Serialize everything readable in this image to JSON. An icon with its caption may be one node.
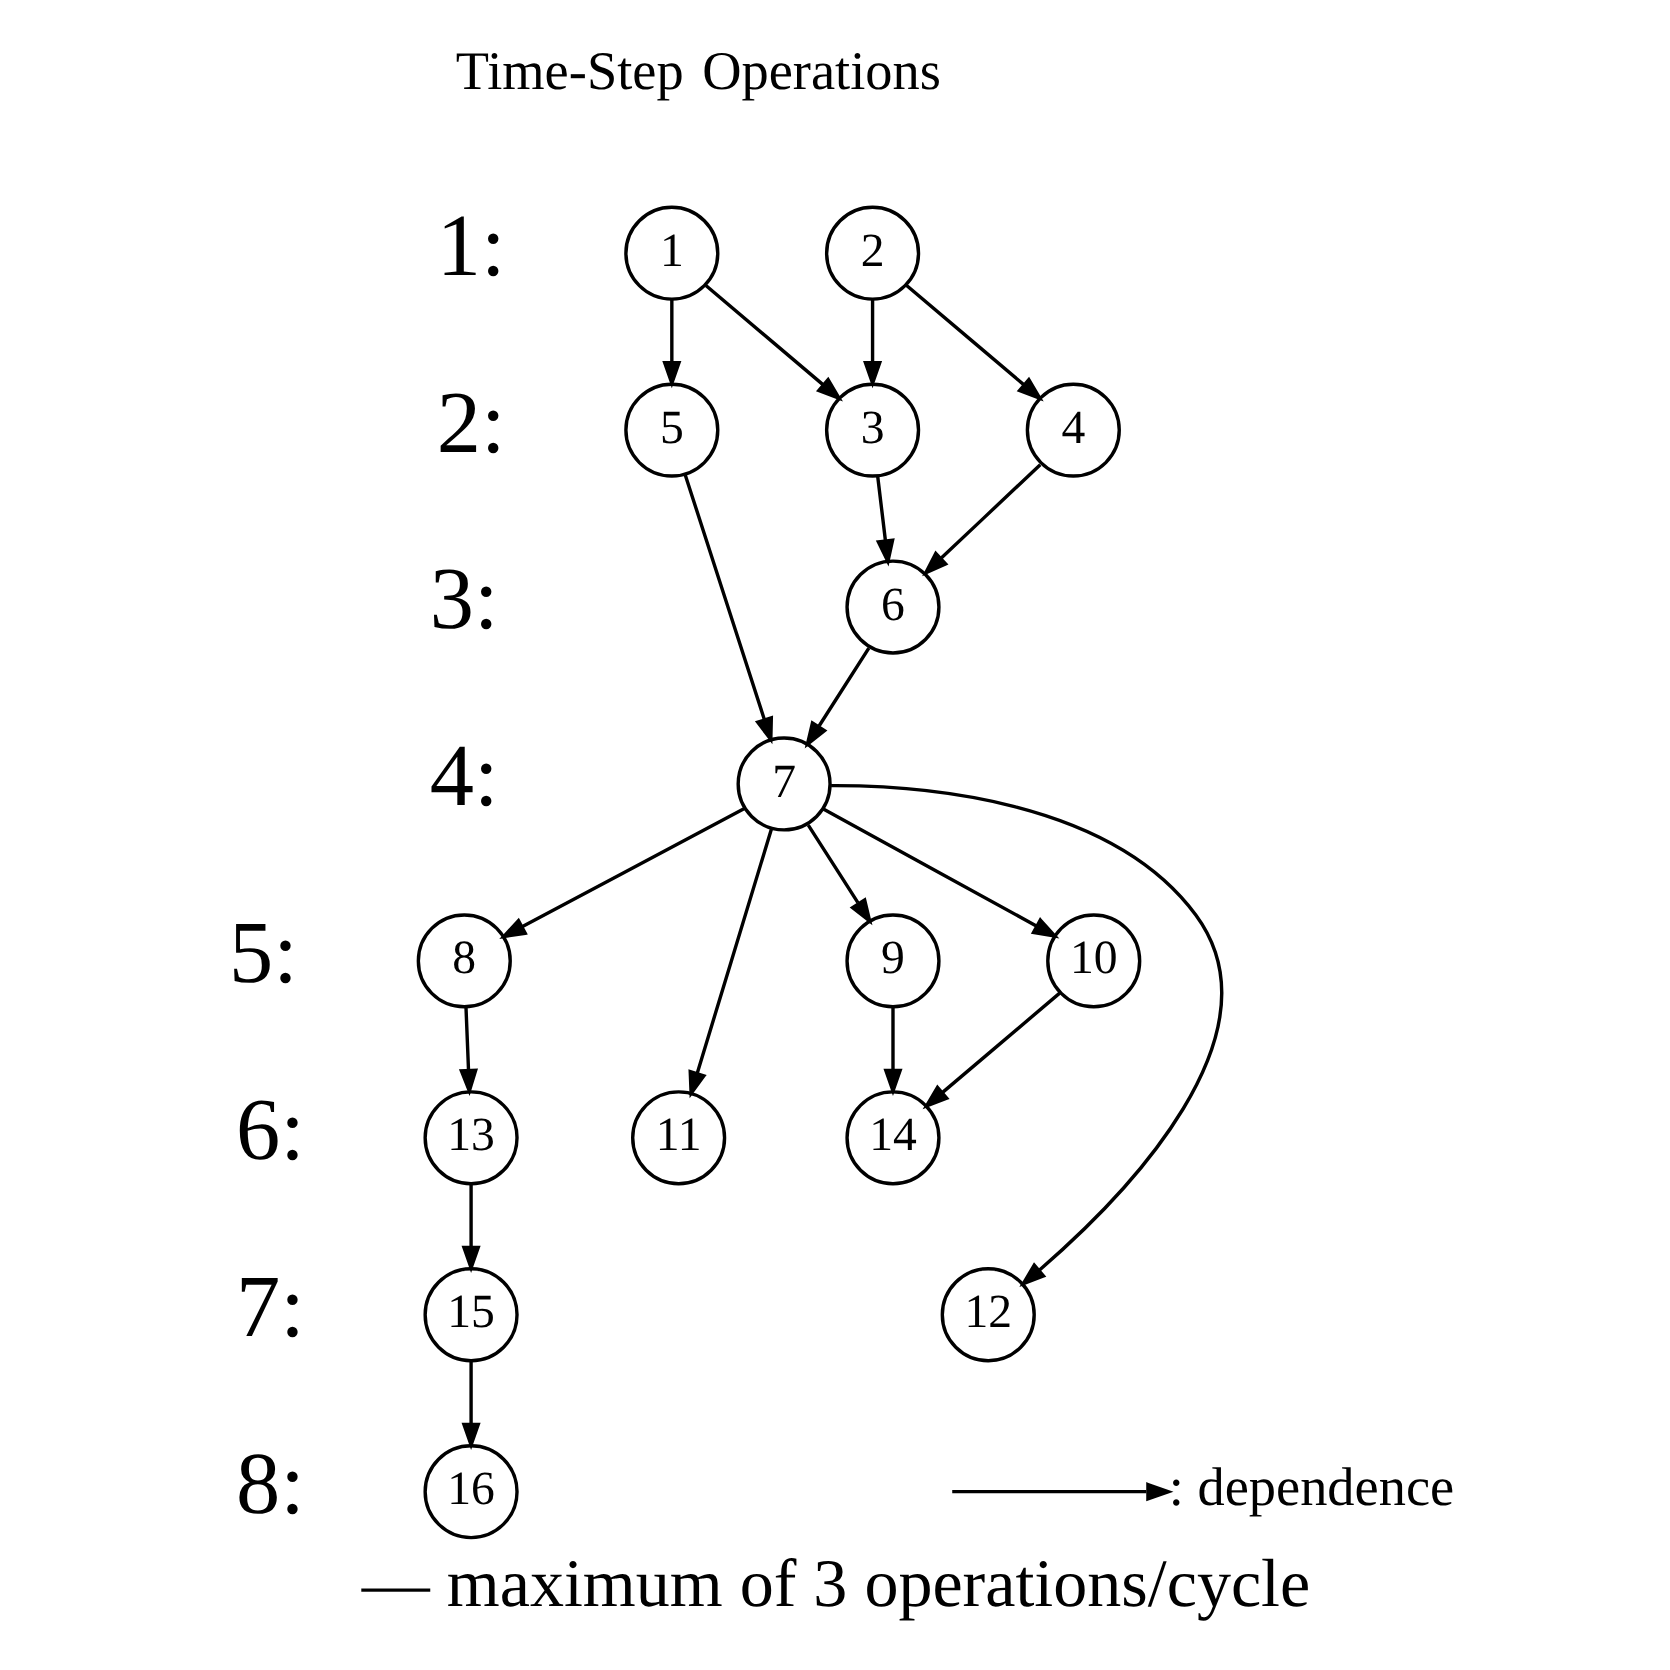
{
  "diagram": {
    "caption": "— maximum of 3 operations/cycle",
    "nodes": [
      {
        "text": [
          "1"
        ]
      },
      {
        "text": [
          "2"
        ]
      },
      {
        "text": [
          "3"
        ]
      },
      {
        "text": [
          "4"
        ]
      },
      {
        "text": [
          "5"
        ]
      },
      {
        "text": [
          "6"
        ]
      },
      {
        "text": [
          "7"
        ]
      },
      {
        "text": [
          "8"
        ]
      },
      {
        "text": [
          "9"
        ]
      },
      {
        "text": [
          "10"
        ]
      },
      {
        "text": [
          "11"
        ]
      },
      {
        "text": [
          "12"
        ]
      },
      {
        "text": [
          "13"
        ]
      },
      {
        "text": [
          "14"
        ]
      },
      {
        "text": [
          "15"
        ]
      },
      {
        "text": [
          "16"
        ]
      }
    ],
    "edges": [
      {
        "from": 0,
        "to": 2,
        "arrow": "to"
      },
      {
        "from": 0,
        "to": 4,
        "arrow": "to"
      },
      {
        "from": 1,
        "to": 2,
        "arrow": "to"
      },
      {
        "from": 1,
        "to": 3,
        "arrow": "to"
      },
      {
        "from": 2,
        "to": 5,
        "arrow": "to"
      },
      {
        "from": 3,
        "to": 5,
        "arrow": "to"
      },
      {
        "from": 4,
        "to": 6,
        "arrow": "to"
      },
      {
        "from": 5,
        "to": 6,
        "arrow": "to"
      },
      {
        "from": 6,
        "to": 7,
        "arrow": "to"
      },
      {
        "from": 6,
        "to": 8,
        "arrow": "to"
      },
      {
        "from": 6,
        "to": 9,
        "arrow": "to"
      },
      {
        "from": 6,
        "to": 10,
        "arrow": "to"
      },
      {
        "from": 6,
        "to": 11,
        "arrow": "to"
      },
      {
        "from": 7,
        "to": 12,
        "arrow": "to"
      },
      {
        "from": 8,
        "to": 13,
        "arrow": "to"
      },
      {
        "from": 9,
        "to": 13,
        "arrow": "to"
      },
      {
        "from": 12,
        "to": 14,
        "arrow": "to"
      },
      {
        "from": 14,
        "to": 15,
        "arrow": "to"
      }
    ],
    "labels": [
      "Time-Step",
      "Operations",
      "1:",
      "2:",
      "3:",
      "4:",
      "5:",
      "6:",
      "7:",
      "8:"
    ],
    "legend": [
      {
        "text": ": dependence"
      }
    ]
  }
}
